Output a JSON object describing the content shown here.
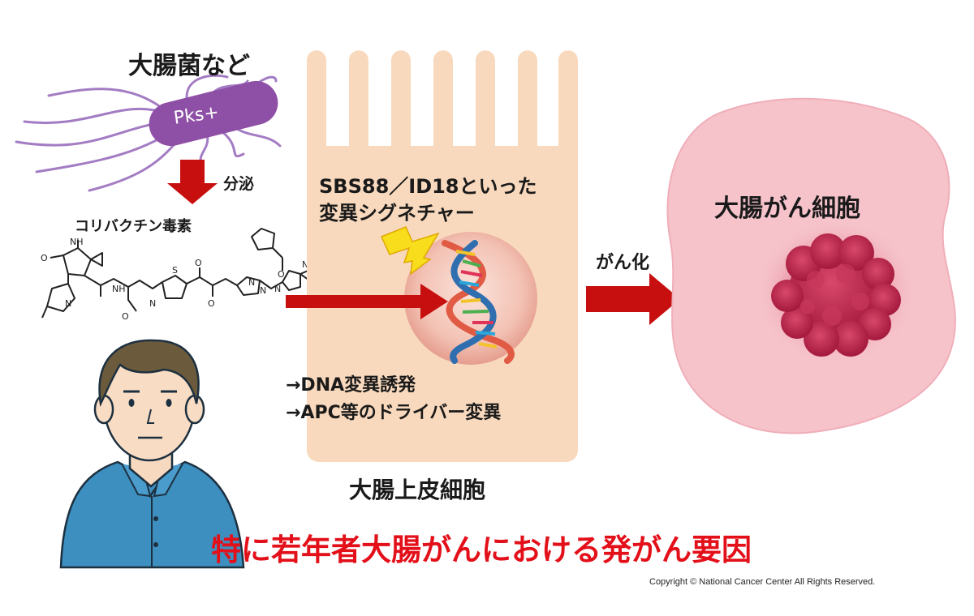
{
  "bacteria": {
    "title": "大腸菌など",
    "label": "Pks+",
    "color": "#8e4fa6"
  },
  "secretion": {
    "label": "分泌"
  },
  "toxin": {
    "name": "コリバクチン毒素"
  },
  "epithelial_cell": {
    "signature_line1": "SBS88／ID18といった",
    "signature_line2": "変異シグネチャー",
    "effect1": "→DNA変異誘発",
    "effect2": "→APC等のドライバー変異",
    "caption": "大腸上皮細胞",
    "color": "#f8d9bd"
  },
  "transformation": {
    "label": "がん化"
  },
  "cancer_cell": {
    "label": "大腸がん細胞",
    "color": "#f6c3cb"
  },
  "headline": {
    "text": "特に若年者大腸がんにおける発がん要因",
    "color": "#e3101a"
  },
  "copyright": {
    "text": "Copyright © National Cancer Center All Rights Reserved."
  },
  "arrow_color": "#c80f0f"
}
